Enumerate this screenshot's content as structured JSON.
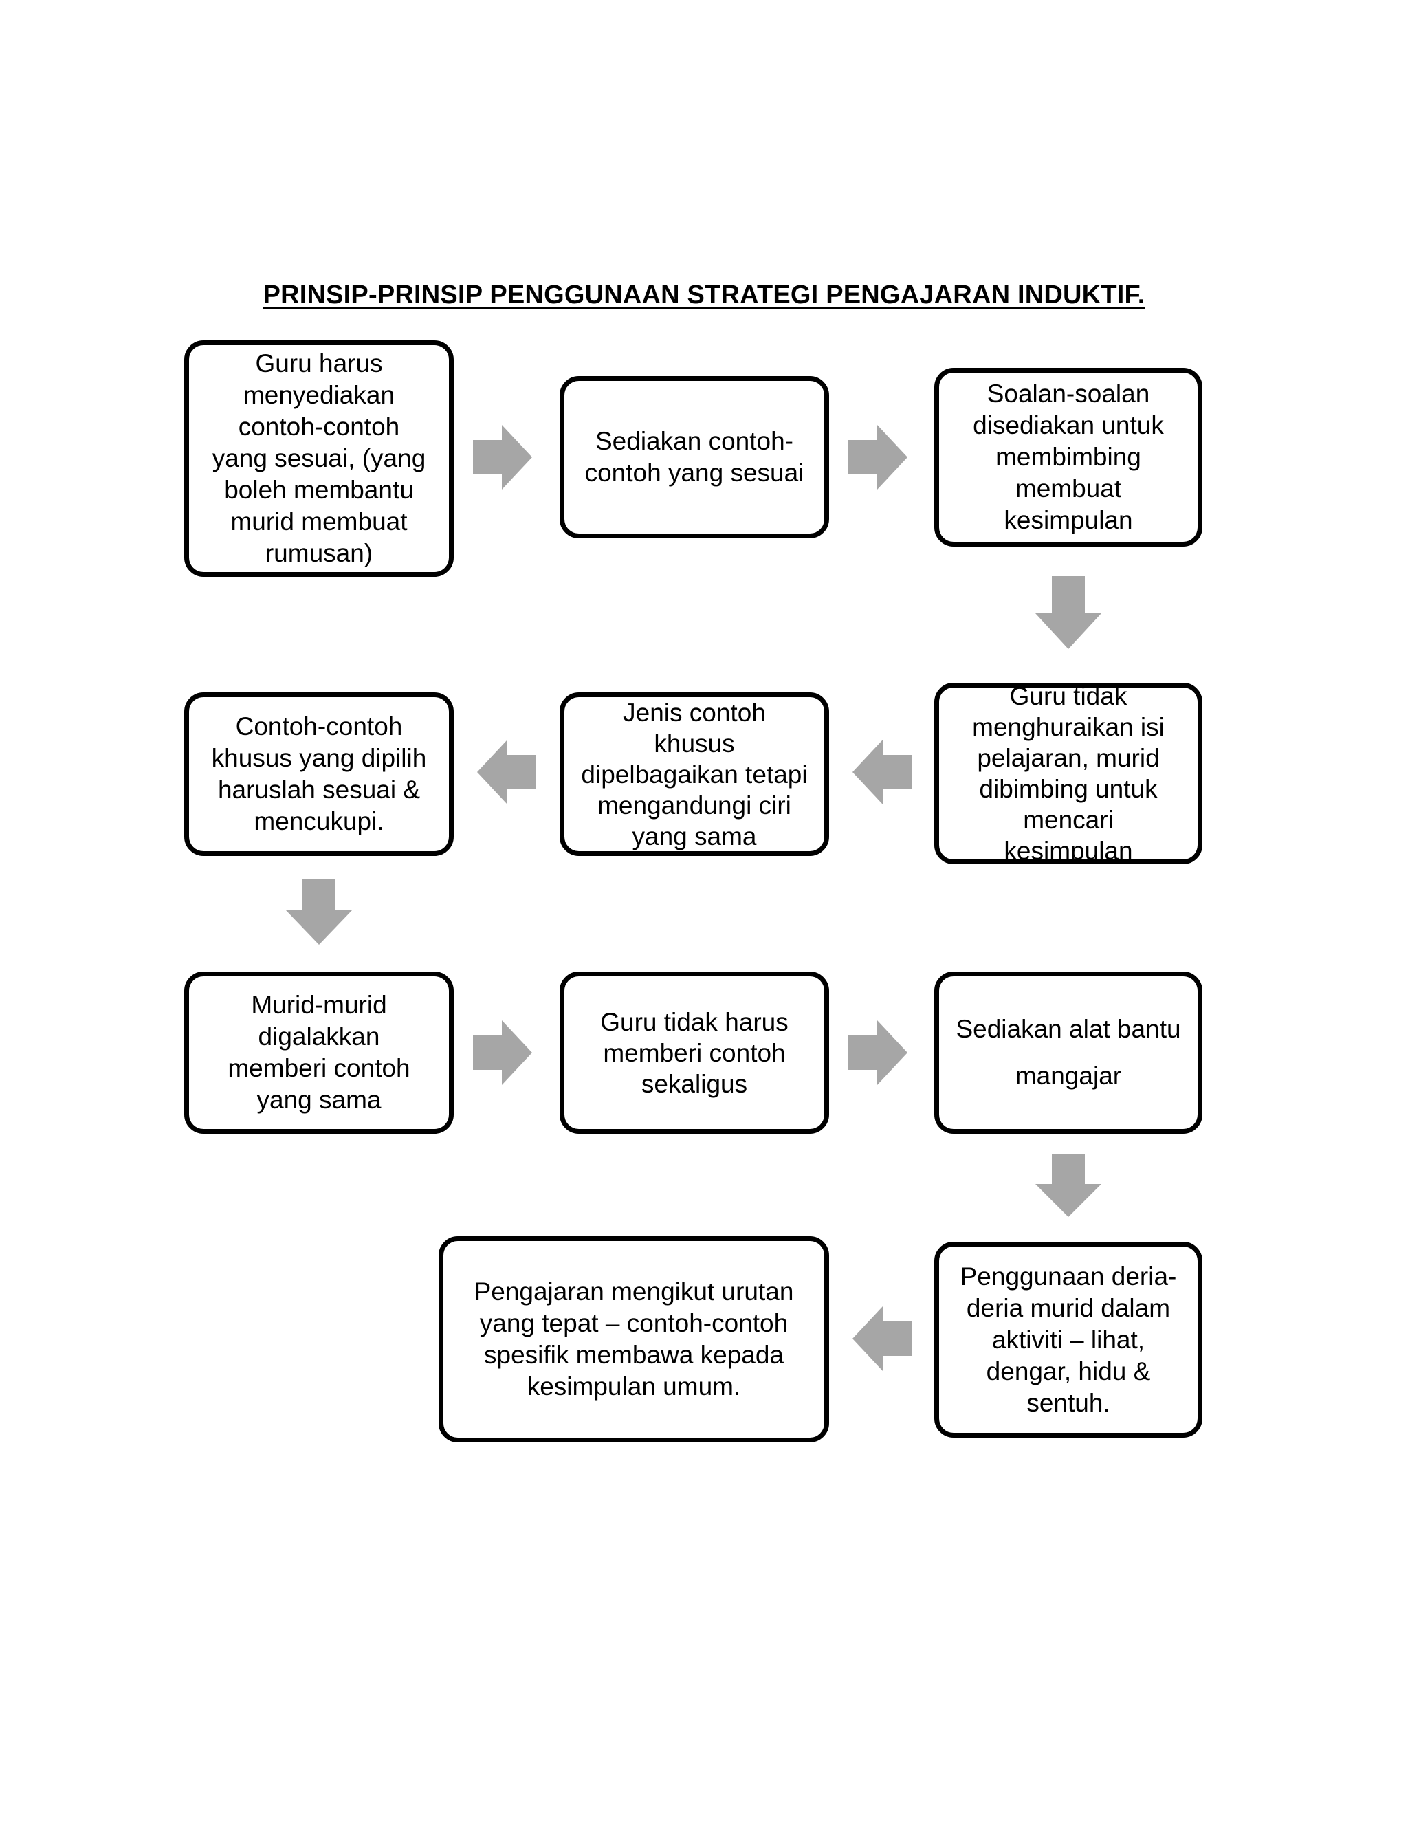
{
  "title": "PRINSIP-PRINSIP PENGGUNAAN STRATEGI PENGAJARAN INDUKTIF.",
  "nodes": [
    {
      "id": "n1",
      "text": "Guru harus\nmenyediakan\ncontoh-contoh\nyang sesuai, (yang\nboleh membantu\nmurid membuat\nrumusan)"
    },
    {
      "id": "n2",
      "text": "Sediakan contoh-\ncontoh yang sesuai"
    },
    {
      "id": "n3",
      "text": "Soalan-soalan\ndisediakan untuk\nmembimbing\nmembuat\nkesimpulan"
    },
    {
      "id": "n4",
      "text": "Guru tidak\nmenghuraikan isi\npelajaran, murid\ndibimbing untuk\nmencari\nkesimpulan"
    },
    {
      "id": "n5",
      "text": "Jenis contoh\nkhusus\ndipelbagaikan tetapi\nmengandungi ciri\nyang sama"
    },
    {
      "id": "n6",
      "text": "Contoh-contoh\nkhusus yang dipilih\nharuslah sesuai &\nmencukupi."
    },
    {
      "id": "n7",
      "text": "Murid-murid\ndigalakkan\nmemberi contoh\nyang sama"
    },
    {
      "id": "n8",
      "text": "Guru tidak harus\nmemberi contoh\nsekaligus"
    },
    {
      "id": "n9",
      "text": "Sediakan alat bantu\nmangajar"
    },
    {
      "id": "n10",
      "text": "Penggunaan deria-\nderia murid dalam\naktiviti – lihat,\ndengar, hidu &\nsentuh."
    },
    {
      "id": "n11",
      "text": "Pengajaran mengikut urutan\nyang tepat – contoh-contoh\nspesifik membawa kepada\nkesimpulan umum."
    }
  ],
  "edges": [
    {
      "from": "n1",
      "to": "n2",
      "direction": "right"
    },
    {
      "from": "n2",
      "to": "n3",
      "direction": "right"
    },
    {
      "from": "n3",
      "to": "n4",
      "direction": "down"
    },
    {
      "from": "n4",
      "to": "n5",
      "direction": "left"
    },
    {
      "from": "n5",
      "to": "n6",
      "direction": "left"
    },
    {
      "from": "n6",
      "to": "n7",
      "direction": "down"
    },
    {
      "from": "n7",
      "to": "n8",
      "direction": "right"
    },
    {
      "from": "n8",
      "to": "n9",
      "direction": "right"
    },
    {
      "from": "n9",
      "to": "n10",
      "direction": "down"
    },
    {
      "from": "n10",
      "to": "n11",
      "direction": "left"
    }
  ],
  "colors": {
    "box_border": "#000000",
    "arrow_fill": "#a6a6a6",
    "text": "#000000"
  }
}
